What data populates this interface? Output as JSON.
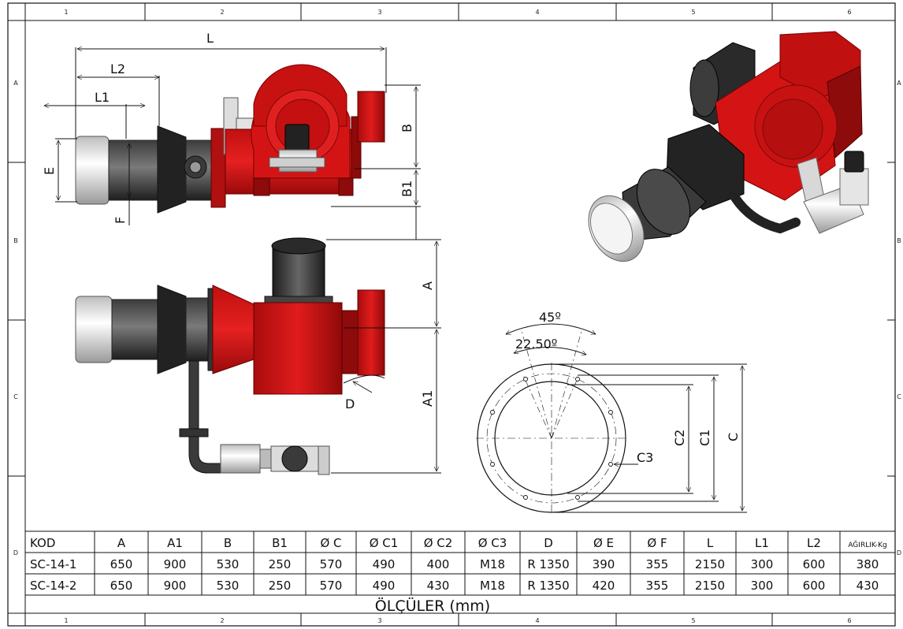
{
  "zones": {
    "columns": [
      "1",
      "2",
      "3",
      "4",
      "5",
      "6"
    ],
    "rows": [
      "A",
      "B",
      "C",
      "D"
    ]
  },
  "dimensions": {
    "L": "L",
    "L1": "L1",
    "L2": "L2",
    "B": "B",
    "B1": "B1",
    "E": "E",
    "F": "F",
    "A": "A",
    "A1": "A1",
    "D": "D",
    "angle_outer": "45º",
    "angle_inner": "22.50º",
    "C": "C",
    "C1": "C1",
    "C2": "C2",
    "C3": "C3"
  },
  "table": {
    "headers": [
      "KOD",
      "A",
      "A1",
      "B",
      "B1",
      "Ø C",
      "Ø C1",
      "Ø C2",
      "Ø C3",
      "D",
      "Ø E",
      "Ø F",
      "L",
      "L1",
      "L2",
      "AĞIRLIK-Kg"
    ],
    "rows": [
      [
        "SC-14-1",
        "650",
        "900",
        "530",
        "250",
        "570",
        "490",
        "400",
        "M18",
        "R 1350",
        "390",
        "355",
        "2150",
        "300",
        "600",
        "380"
      ],
      [
        "SC-14-2",
        "650",
        "900",
        "530",
        "250",
        "570",
        "490",
        "430",
        "M18",
        "R 1350",
        "420",
        "355",
        "2150",
        "300",
        "600",
        "430"
      ]
    ],
    "caption": "ÖLÇÜLER (mm)"
  },
  "colors": {
    "body_red": "#d41414",
    "dark_red": "#8e0b0b",
    "black_part": "#2a2a2a",
    "silver": "#d9d9d9",
    "line": "#111111"
  }
}
